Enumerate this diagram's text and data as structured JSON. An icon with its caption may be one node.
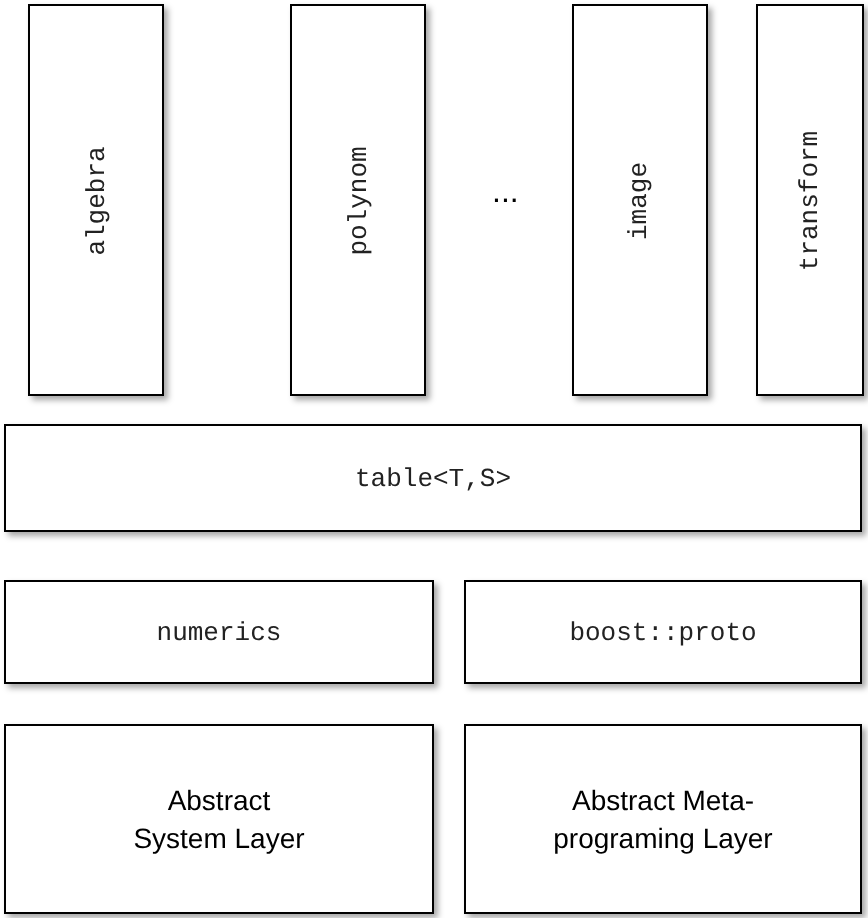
{
  "diagram": {
    "nodes": [
      {
        "text": [
          "algebra"
        ]
      },
      {
        "text": [
          "polynom"
        ]
      },
      {
        "text": [
          "image"
        ]
      },
      {
        "text": [
          "transform"
        ]
      },
      {
        "text": [
          "table<T,S>"
        ]
      },
      {
        "text": [
          "numerics"
        ]
      },
      {
        "text": [
          "boost::proto"
        ]
      },
      {
        "text": [
          "Abstract System Layer"
        ]
      },
      {
        "text": [
          "Abstract Meta-programing Layer"
        ]
      }
    ],
    "labels": [
      "..."
    ]
  }
}
